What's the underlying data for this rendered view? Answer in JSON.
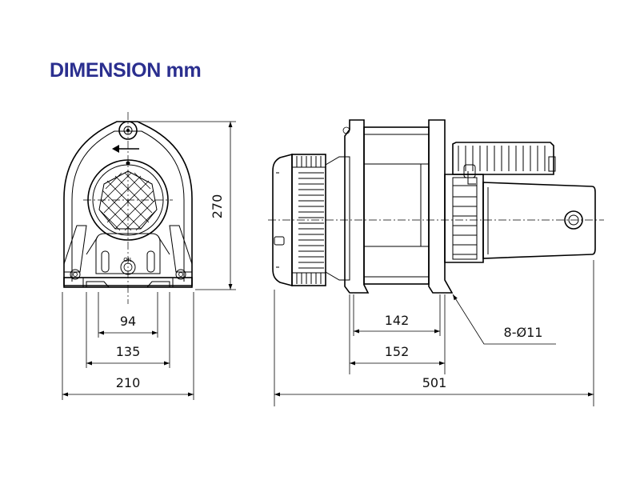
{
  "title": "DIMENSION mm",
  "front_view": {
    "oil_label": "OIL",
    "dimensions": {
      "height": "270",
      "inner_mount": "94",
      "outer_mount": "135",
      "base_width": "210"
    }
  },
  "side_view": {
    "dimensions": {
      "inner_mount": "142",
      "outer_mount": "152",
      "overall_length": "501",
      "hole_callout": "8-Ø11"
    }
  },
  "colors": {
    "title": "#2b2f8f",
    "line": "#000000"
  }
}
